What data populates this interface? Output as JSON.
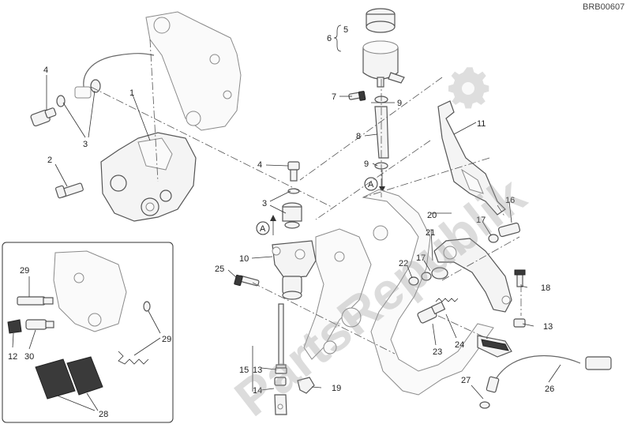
{
  "reference_code": "BRB00607",
  "watermark_text": "PartsRepublik",
  "marker_letter": "A",
  "callouts": [
    "1",
    "2",
    "3",
    "4",
    "5",
    "6",
    "7",
    "8",
    "9",
    "10",
    "11",
    "12",
    "13",
    "14",
    "15",
    "16",
    "17",
    "18",
    "19",
    "20",
    "21",
    "22",
    "23",
    "24",
    "25",
    "26",
    "27",
    "28",
    "29",
    "30"
  ],
  "colors": {
    "line": "#555555",
    "fill": "#f4f4f4",
    "watermark": "#9a9a9a"
  },
  "icons": [
    "gear-icon"
  ]
}
